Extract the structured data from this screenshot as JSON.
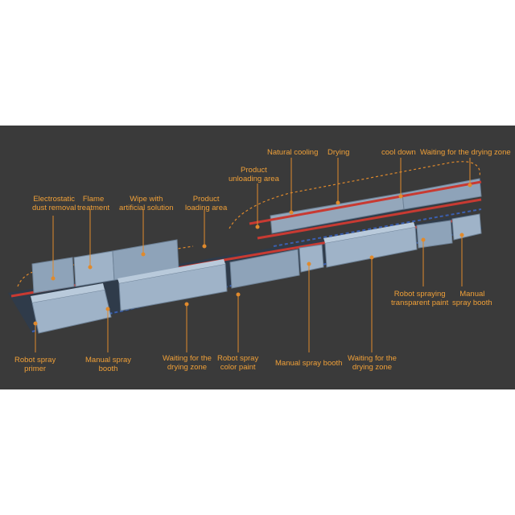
{
  "colors": {
    "background": "#3a3a3a",
    "label": "#f0a038",
    "booth": "#9fb3c8",
    "booth_dark": "#7f93a8",
    "conveyor": "#c83a32",
    "leader": "#e08a2c"
  },
  "labels": {
    "electrostatic": "Electrostatic\ndust removal",
    "flame": "Flame\ntreatment",
    "wipe": "Wipe with\nartificial solution",
    "product_loading": "Product\nloading area",
    "product_unloading": "Product\nunloading area",
    "natural_cooling": "Natural cooling",
    "drying": "Drying",
    "cool_down": "cool down",
    "waiting_drying_top": "Waiting for the drying zone",
    "robot_transparent": "Robot spraying\ntransparent paint",
    "manual_booth_right": "Manual\nspray booth",
    "robot_primer": "Robot spray\nprimer",
    "manual_booth_left": "Manual spray\nbooth",
    "waiting_drying_1": "Waiting for the\ndrying zone",
    "robot_color": "Robot spray\ncolor paint",
    "manual_booth_mid": "Manual spray booth",
    "waiting_drying_2": "Waiting for the\ndrying zone"
  }
}
